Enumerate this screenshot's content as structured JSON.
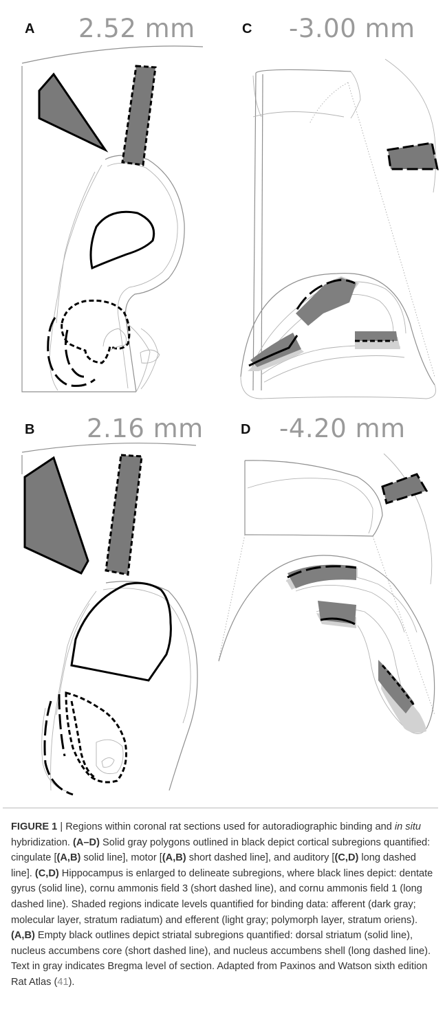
{
  "panels": [
    {
      "letter": "A",
      "level": "2.52 mm"
    },
    {
      "letter": "C",
      "level": "-3.00 mm"
    },
    {
      "letter": "B",
      "level": "2.16 mm"
    },
    {
      "letter": "D",
      "level": "-4.20 mm"
    }
  ],
  "caption": {
    "fig_label": "FIGURE 1",
    "sep": " | ",
    "t1": "Regions within coronal rat sections used for autoradiographic binding and ",
    "t1_italic": "in situ",
    "t2": " hybridization. ",
    "ad": "(A–D)",
    "t3": " Solid gray polygons outlined in black depict cortical subregions quantified: cingulate [",
    "ab1": "(A,B)",
    "t4": " solid line], motor [",
    "ab2": "(A,B)",
    "t5": " short dashed line], and auditory [",
    "cd1": "(C,D)",
    "t6": " long dashed line]. ",
    "cd2": "(C,D)",
    "t7": " Hippocampus is enlarged to delineate subregions, where black lines depict: dentate gyrus (solid line), cornu ammonis field 3 (short dashed line), and cornu ammonis field 1 (long dashed line). Shaded regions indicate levels quantified for binding data: afferent (dark gray; molecular layer, stratum radiatum) and efferent (light gray; polymorph layer, stratum oriens). ",
    "ab3": "(A,B)",
    "t8": " Empty black outlines depict striatal subregions quantified: dorsal striatum (solid line), nucleus accumbens core (short dashed line), and nucleus accumbens shell (long dashed line). Text in gray indicates Bregma level of section. Adapted from Paxinos and Watson sixth edition Rat Atlas (",
    "ref": "41",
    "t9": ")."
  }
}
